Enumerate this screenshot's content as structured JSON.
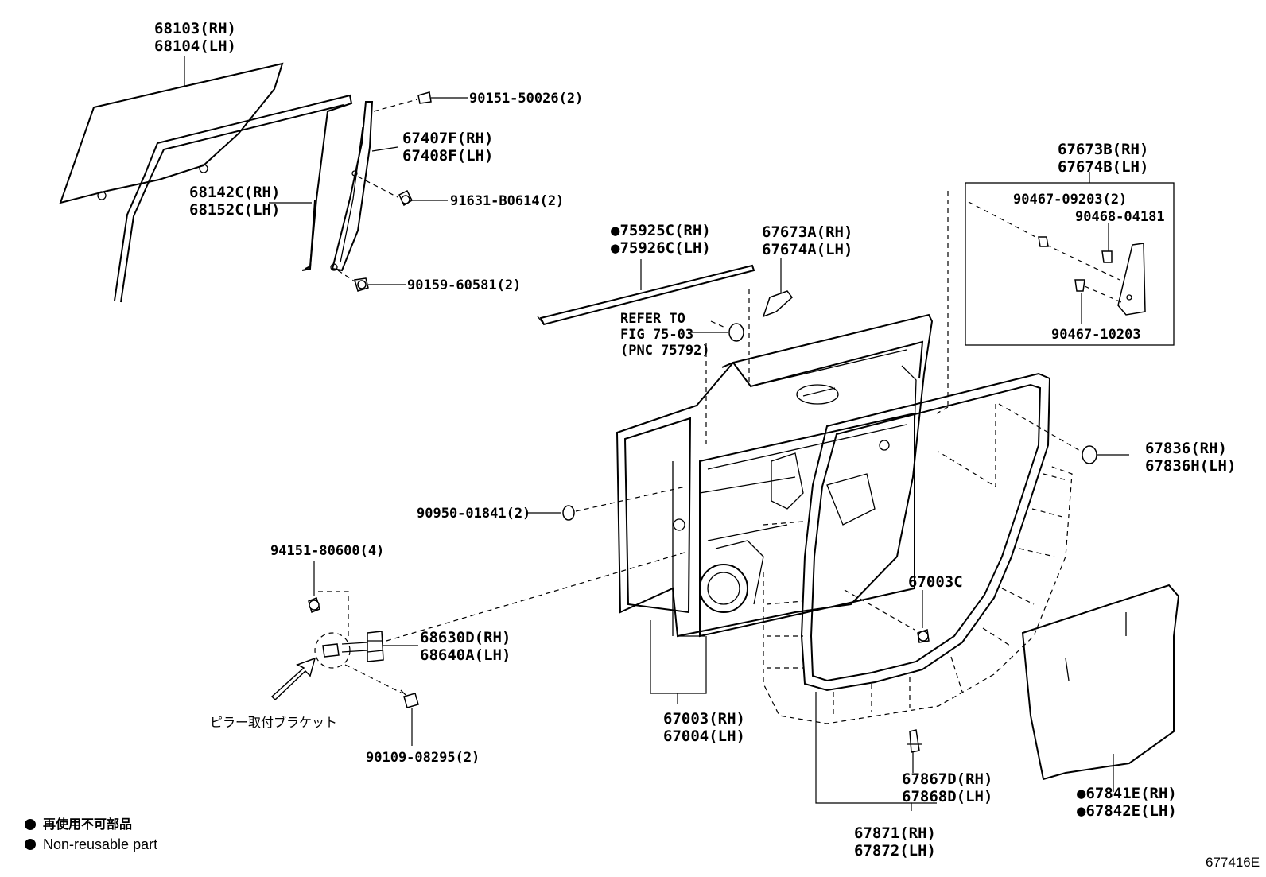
{
  "diagram": {
    "figure_code": "677416E",
    "legend": {
      "jp": "再使用不可部品",
      "en": "Non-reusable part"
    },
    "labels": {
      "glass": [
        "68103(RH)",
        "68104(LH)"
      ],
      "run_channel": [
        "68142C(RH)",
        "68152C(LH)"
      ],
      "frame_sub": [
        "67407F(RH)",
        "67408F(LH)"
      ],
      "screw1": "90151-50026(2)",
      "nut1": "91631-B0614(2)",
      "clip1": "90159-60581(2)",
      "moulding": [
        "●75925C(RH)",
        "●75926C(LH)"
      ],
      "cover_a": [
        "67673A(RH)",
        "67674A(LH)"
      ],
      "refer": [
        "REFER TO",
        "FIG 75-03",
        "(PNC 75792)"
      ],
      "cover_b": [
        "67673B(RH)",
        "67674B(LH)"
      ],
      "clip_b1": "90467-09203(2)",
      "clip_b2": "90468-04181",
      "clip_b3": "90467-10203",
      "plug": [
        "67836(RH)",
        "67836H(LH)"
      ],
      "cushion": "90950-01841(2)",
      "bolt_top": "94151-80600(4)",
      "hinge": [
        "68630D(RH)",
        "68640A(LH)"
      ],
      "pillar_bracket": "ピラー取付ブラケット",
      "bolt_bottom": "90109-08295(2)",
      "clip_c": "67003C",
      "door_panel": [
        "67003(RH)",
        "67004(LH)"
      ],
      "clip_d": [
        "67867D(RH)",
        "67868D(LH)"
      ],
      "weatherstrip": [
        "67871(RH)",
        "67872(LH)"
      ],
      "service_hole_cover": [
        "●67841E(RH)",
        "●67842E(LH)"
      ]
    }
  }
}
